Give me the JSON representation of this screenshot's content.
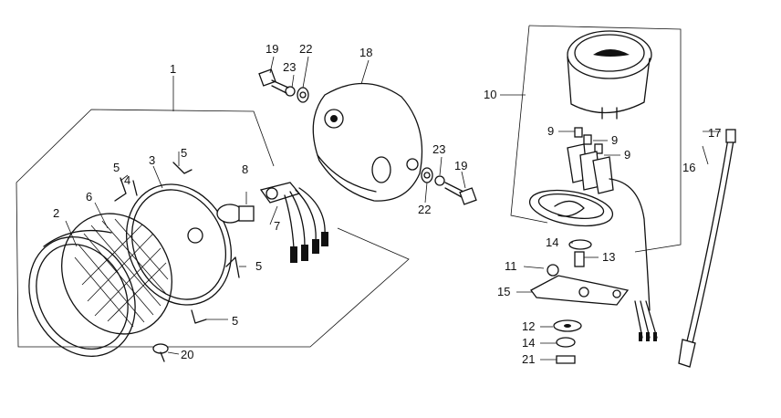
{
  "callouts": {
    "p1": "1",
    "p2": "2",
    "p3": "3",
    "p4": "4",
    "p5a": "5",
    "p5b": "5",
    "p5c": "5",
    "p5d": "5",
    "p6": "6",
    "p7": "7",
    "p8": "8",
    "p9a": "9",
    "p9b": "9",
    "p9c": "9",
    "p10": "10",
    "p11": "11",
    "p12": "12",
    "p13": "13",
    "p14a": "14",
    "p14b": "14",
    "p15": "15",
    "p16": "16",
    "p17": "17",
    "p18": "18",
    "p19a": "19",
    "p19b": "19",
    "p20": "20",
    "p21": "21",
    "p22a": "22",
    "p22b": "22",
    "p23a": "23",
    "p23b": "23"
  },
  "colors": {
    "ink": "#111111",
    "paper": "#ffffff"
  }
}
